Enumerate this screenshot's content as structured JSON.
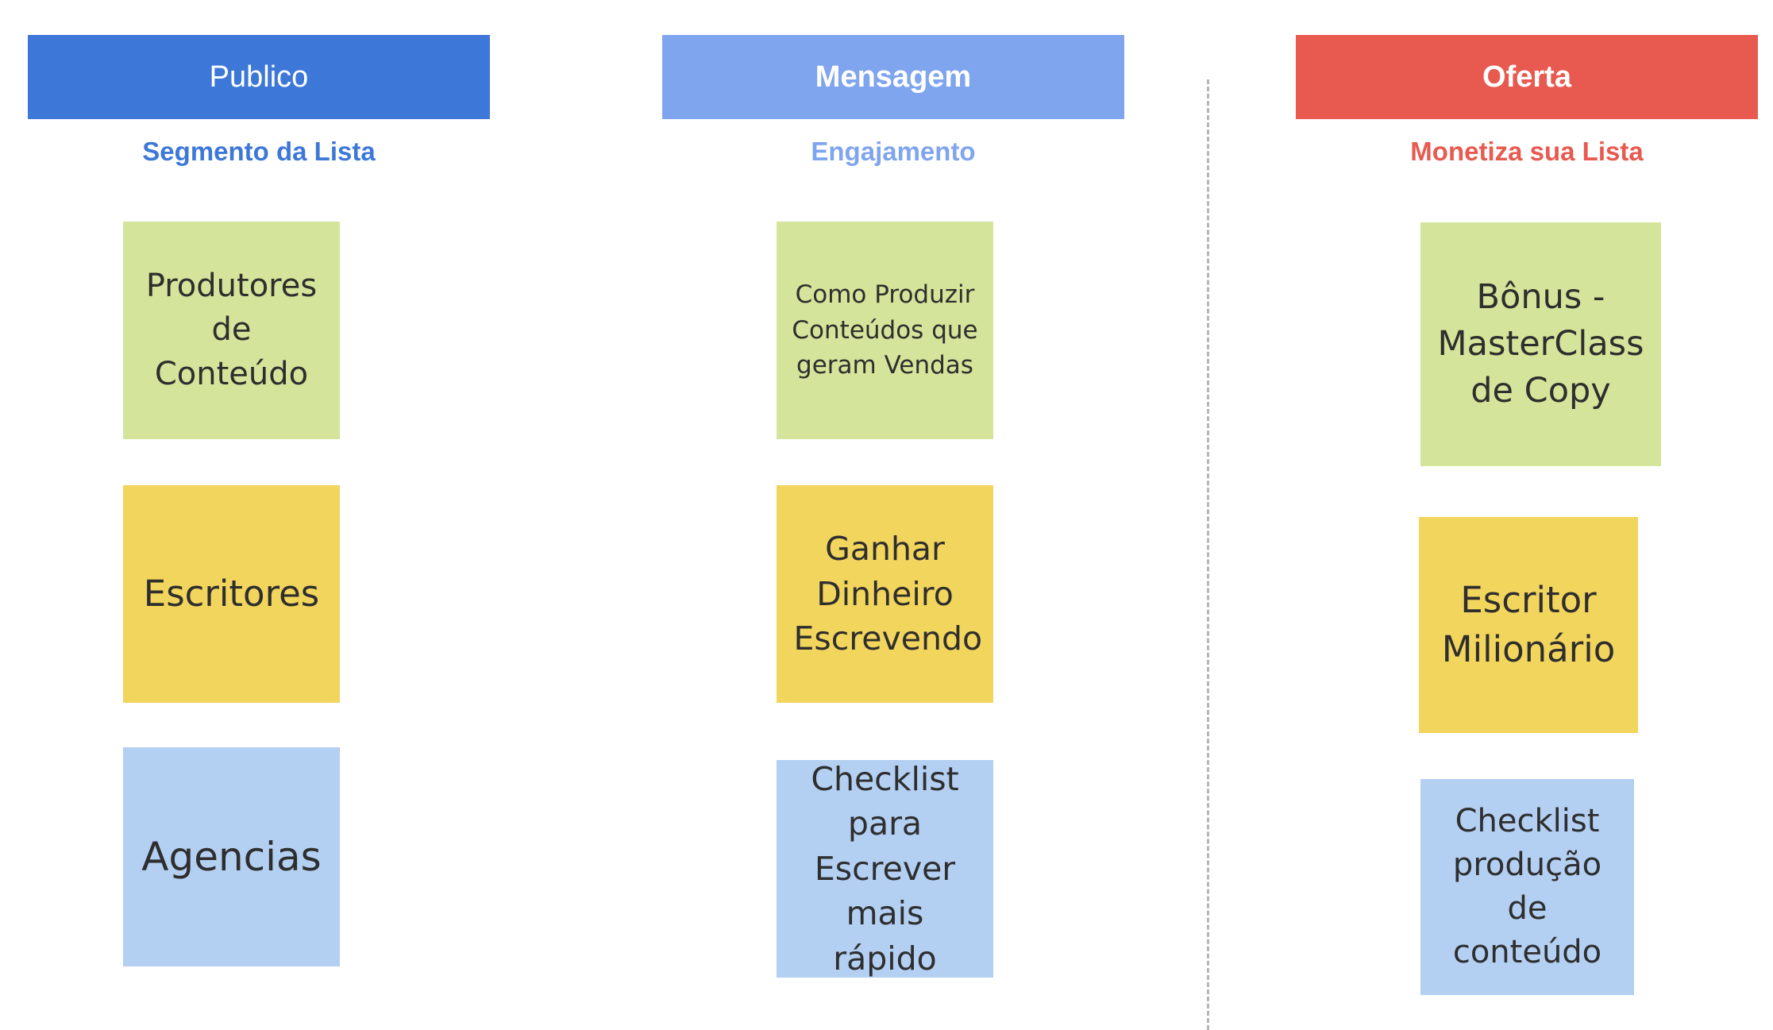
{
  "columns": [
    {
      "title": "Publico",
      "subtitle": "Segmento da Lista",
      "header_color": "#3d78d8",
      "subtitle_color": "#3d78d8",
      "notes": [
        {
          "text": "Produtores de Conteúdo",
          "color": "#d4e49a"
        },
        {
          "text": "Escritores",
          "color": "#f2d55c"
        },
        {
          "text": "Agencias",
          "color": "#b3cff2"
        }
      ]
    },
    {
      "title": "Mensagem",
      "subtitle": "Engajamento",
      "header_color": "#7fa5ee",
      "subtitle_color": "#7fa5ee",
      "notes": [
        {
          "text": "Como Produzir Conteúdos que geram Vendas",
          "color": "#d4e49a"
        },
        {
          "text": "Ganhar Dinheiro Escrevendo",
          "color": "#f2d55c"
        },
        {
          "text": "Checklist para Escrever mais rápido",
          "color": "#b3cff2"
        }
      ]
    },
    {
      "title": "Oferta",
      "subtitle": "Monetiza sua Lista",
      "header_color": "#e85a50",
      "subtitle_color": "#e85a50",
      "notes": [
        {
          "text": "Bônus - MasterClass de Copy",
          "color": "#d4e49a"
        },
        {
          "text": "Escritor Milionário",
          "color": "#f2d55c"
        },
        {
          "text": "Checklist produção de conteúdo",
          "color": "#b3cff2"
        }
      ]
    }
  ]
}
